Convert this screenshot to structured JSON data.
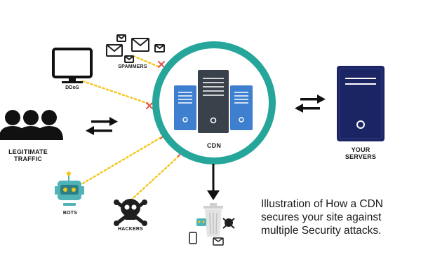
{
  "nodes": {
    "ddos": "DDoS",
    "spammers": "SPAMMERS",
    "legitimate_traffic": [
      "LEGITIMATE",
      "TRAFFIC"
    ],
    "bots": "BOTS",
    "hackers": "HACKERS",
    "cdn": "CDN",
    "servers": [
      "YOUR",
      "SERVERS"
    ]
  },
  "caption": [
    "Illustration of How a CDN",
    "secures your site against",
    "multiple Security attacks."
  ],
  "colors": {
    "ring": "#26a69a",
    "server_blue": "#3f7fd0",
    "server_dark": "#39414a",
    "your_server": "#1c2563",
    "attack_line": "#f5c518",
    "block_x": "#e05a4f",
    "bot": "#4fb3b8",
    "icon_dark": "#1f1f1f"
  }
}
